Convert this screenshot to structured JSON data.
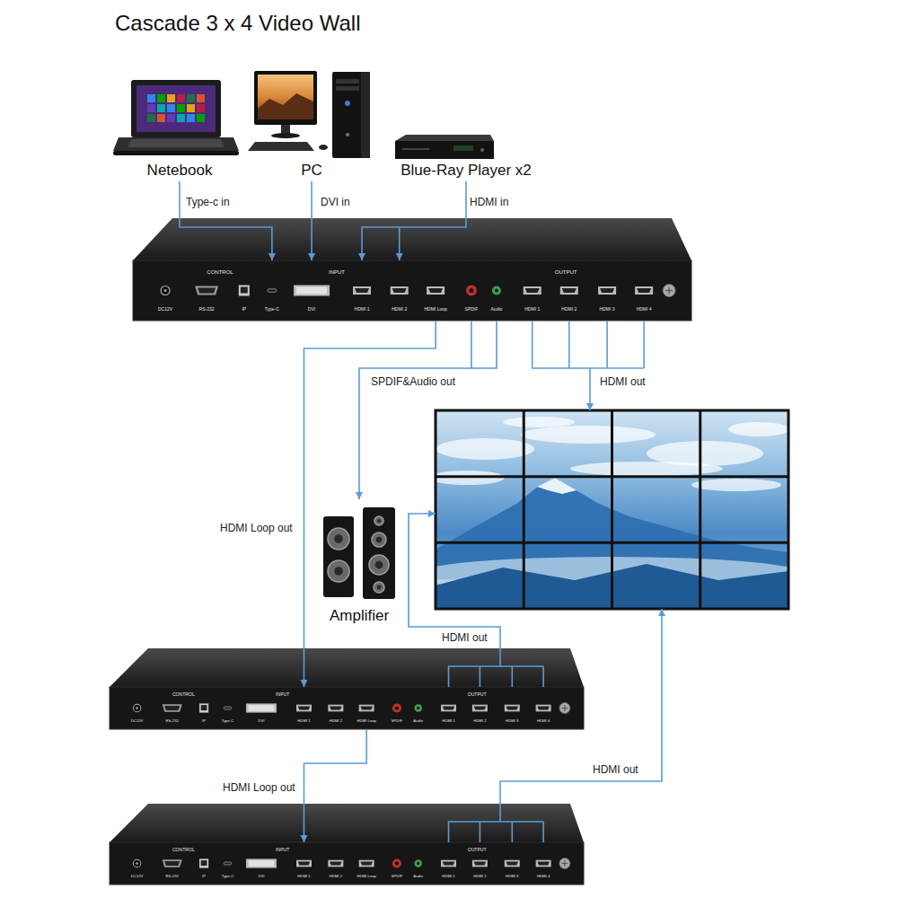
{
  "diagram": {
    "title": "Cascade 3 x 4 Video Wall",
    "nodes": [
      {
        "text": [
          "Netebook"
        ]
      },
      {
        "text": [
          "PC"
        ]
      },
      {
        "text": [
          "Blue-Ray Player x2"
        ]
      },
      {
        "text": [
          "CONTROL",
          "INPUT",
          "OUTPUT",
          "DC12V",
          "RS-232",
          "IP",
          "Type-C",
          "DVI",
          "HDMI 1",
          "HDMI 2",
          "HDMI Loop",
          "SPDIF",
          "Audio",
          "HDMI 1",
          "HDMI 2",
          "HDMI 3",
          "HDMI 4"
        ]
      },
      {
        "text": []
      },
      {
        "text": [
          "Amplifier"
        ]
      },
      {
        "text": [
          "CONTROL",
          "INPUT",
          "OUTPUT",
          "DC12V",
          "RS-232",
          "IP",
          "Type-C",
          "DVI",
          "HDMI 1",
          "HDMI 2",
          "HDMI Loop",
          "SPDIF",
          "Audio",
          "HDMI 1",
          "HDMI 2",
          "HDMI 3",
          "HDMI 4"
        ]
      },
      {
        "text": [
          "CONTROL",
          "INPUT",
          "OUTPUT",
          "DC12V",
          "RS-232",
          "IP",
          "Type-C",
          "DVI",
          "HDMI 1",
          "HDMI 2",
          "HDMI Loop",
          "SPDIF",
          "Audio",
          "HDMI 1",
          "HDMI 2",
          "HDMI 3",
          "HDMI 4"
        ]
      }
    ],
    "edges": [
      {
        "from": 0,
        "to": 3,
        "label": "Type-c in",
        "arrow": "to"
      },
      {
        "from": 1,
        "to": 3,
        "label": "DVI in",
        "arrow": "to"
      },
      {
        "from": 2,
        "to": 3,
        "label": "HDMI in",
        "arrow": "to"
      },
      {
        "from": 3,
        "to": 5,
        "label": "SPDIF&Audio out",
        "arrow": "to"
      },
      {
        "from": 3,
        "to": 4,
        "label": "HDMI out",
        "arrow": "to"
      },
      {
        "from": 3,
        "to": 6,
        "label": "HDMI Loop out",
        "arrow": "to"
      },
      {
        "from": 6,
        "to": 4,
        "label": "HDMI out",
        "arrow": "to"
      },
      {
        "from": 6,
        "to": 7,
        "label": "HDMI Loop out",
        "arrow": "to"
      },
      {
        "from": 7,
        "to": 4,
        "label": "HDMI out",
        "arrow": "to"
      }
    ]
  }
}
